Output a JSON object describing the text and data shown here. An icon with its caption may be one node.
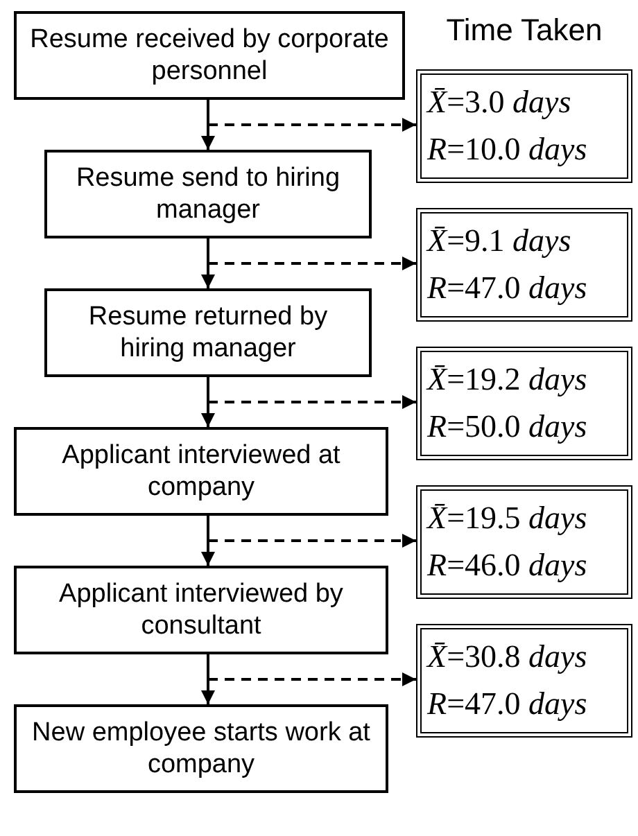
{
  "diagram": {
    "nodes": [
      {
        "text": [
          "Resume received by corporate personnel"
        ]
      },
      {
        "text": [
          "Resume send to hiring manager"
        ]
      },
      {
        "text": [
          "Resume returned by hiring manager"
        ]
      },
      {
        "text": [
          "Applicant interviewed at company"
        ]
      },
      {
        "text": [
          "Applicant interviewed by consultant"
        ]
      },
      {
        "text": [
          "New employee starts work at company"
        ]
      },
      {
        "text": [
          "*X̄*=3.0 *days*",
          "*R*=10.0 *days*"
        ]
      },
      {
        "text": [
          "*X̄*=9.1 *days*",
          "*R*=47.0 *days*"
        ]
      },
      {
        "text": [
          "*X̄*=19.2 *days*",
          "*R*=50.0 *days*"
        ]
      },
      {
        "text": [
          "*X̄*=19.5 *days*",
          "*R*=46.0 *days*"
        ]
      },
      {
        "text": [
          "*X̄*=30.8 *days*",
          "*R*=47.0 *days*"
        ]
      }
    ],
    "edges": [
      {
        "from": 0,
        "to": 1,
        "arrow": "to"
      },
      {
        "from": 1,
        "to": 2,
        "arrow": "to"
      },
      {
        "from": 2,
        "to": 3,
        "arrow": "to"
      },
      {
        "from": 3,
        "to": 4,
        "arrow": "to"
      },
      {
        "from": 4,
        "to": 5,
        "arrow": "to"
      },
      {
        "from": null,
        "to": 6,
        "arrow": "to",
        "style": "dashed"
      },
      {
        "from": null,
        "to": 7,
        "arrow": "to",
        "style": "dashed"
      },
      {
        "from": null,
        "to": 8,
        "arrow": "to",
        "style": "dashed"
      },
      {
        "from": null,
        "to": 9,
        "arrow": "to",
        "style": "dashed"
      },
      {
        "from": null,
        "to": 10,
        "arrow": "to",
        "style": "dashed"
      }
    ],
    "labels": [
      "Time Taken"
    ]
  }
}
